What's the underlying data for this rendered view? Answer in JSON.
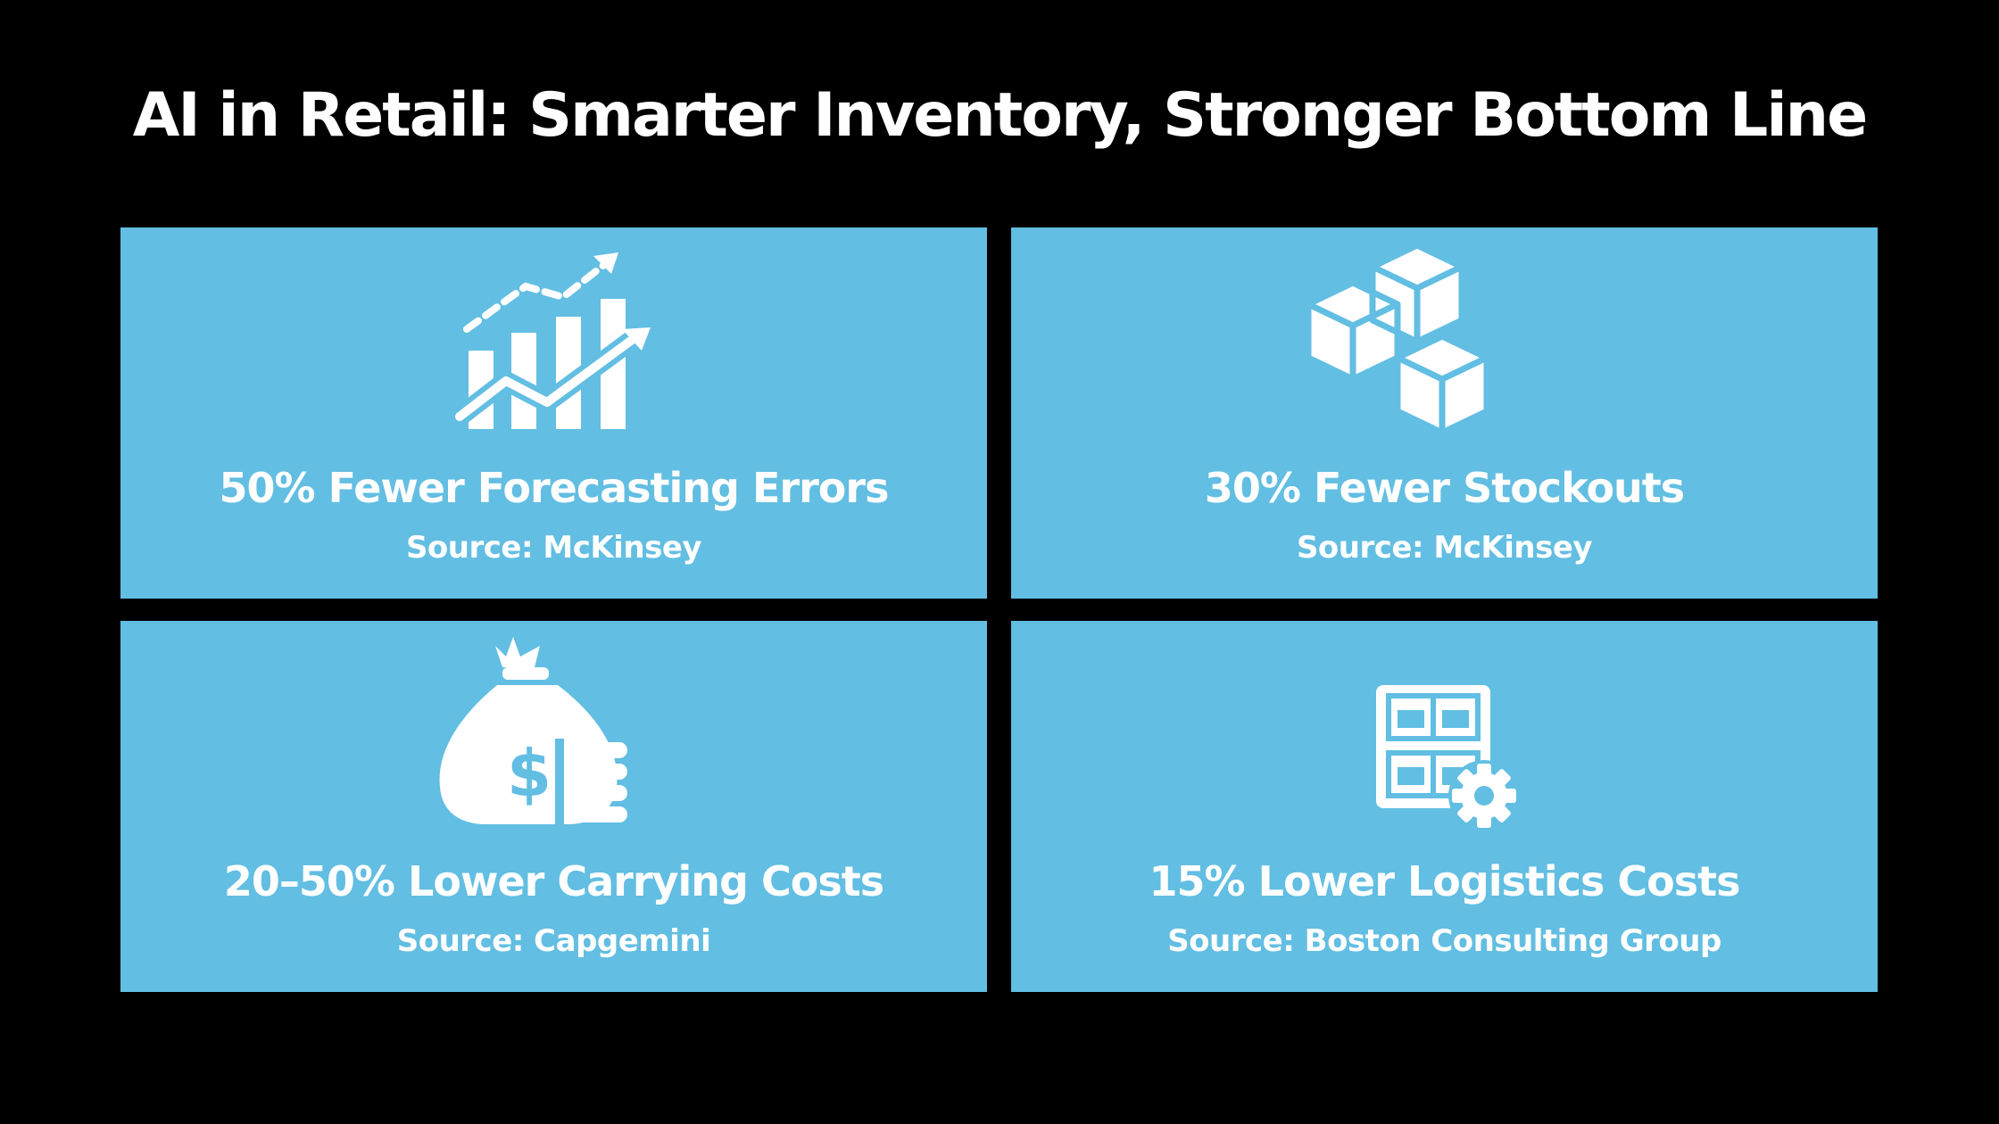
{
  "slide": {
    "title": "AI in Retail: Smarter Inventory, Stronger Bottom Line",
    "background": "#000000",
    "card_color": "#62bee2"
  },
  "cards": [
    {
      "icon": "growth-chart-icon",
      "stat": "50% Fewer Forecasting Errors",
      "source": "Source: McKinsey"
    },
    {
      "icon": "stacked-boxes-icon",
      "stat": "30% Fewer Stockouts",
      "source": "Source: McKinsey"
    },
    {
      "icon": "money-bag-icon",
      "stat": "20–50% Lower Carrying Costs",
      "source": "Source: Capgemini"
    },
    {
      "icon": "warehouse-gear-icon",
      "stat": "15% Lower Logistics Costs",
      "source": "Source: Boston Consulting Group"
    }
  ]
}
